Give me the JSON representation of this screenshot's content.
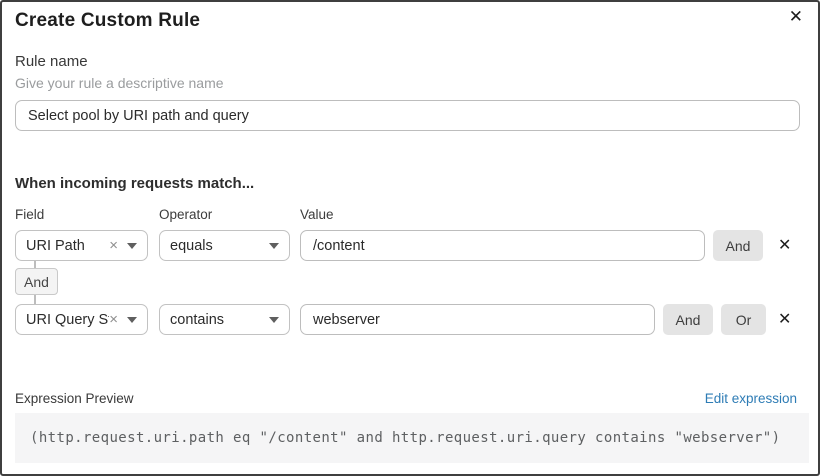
{
  "dialog": {
    "title": "Create Custom Rule",
    "close_icon": "✕"
  },
  "rule_name": {
    "label": "Rule name",
    "hint": "Give your rule a descriptive name",
    "value": "Select pool by URI path and query"
  },
  "matcher": {
    "heading": "When incoming requests match...",
    "columns": {
      "field": "Field",
      "operator": "Operator",
      "value": "Value"
    },
    "rows": [
      {
        "field": "URI Path",
        "operator": "equals",
        "value": "/content",
        "buttons": [
          "And"
        ]
      },
      {
        "field": "URI Query St...",
        "operator": "contains",
        "value": "webserver",
        "buttons": [
          "And",
          "Or"
        ]
      }
    ],
    "connector_label": "And",
    "clear_icon": "×",
    "remove_icon": "✕"
  },
  "expression": {
    "label": "Expression Preview",
    "edit_link": "Edit expression",
    "code": "(http.request.uri.path eq \"/content\" and http.request.uri.query contains \"webserver\")"
  },
  "colors": {
    "link_blue": "#2e7cb5",
    "button_gray": "#e4e4e4",
    "code_bg": "#f5f5f6",
    "border_dark": "#3f3f3f"
  }
}
